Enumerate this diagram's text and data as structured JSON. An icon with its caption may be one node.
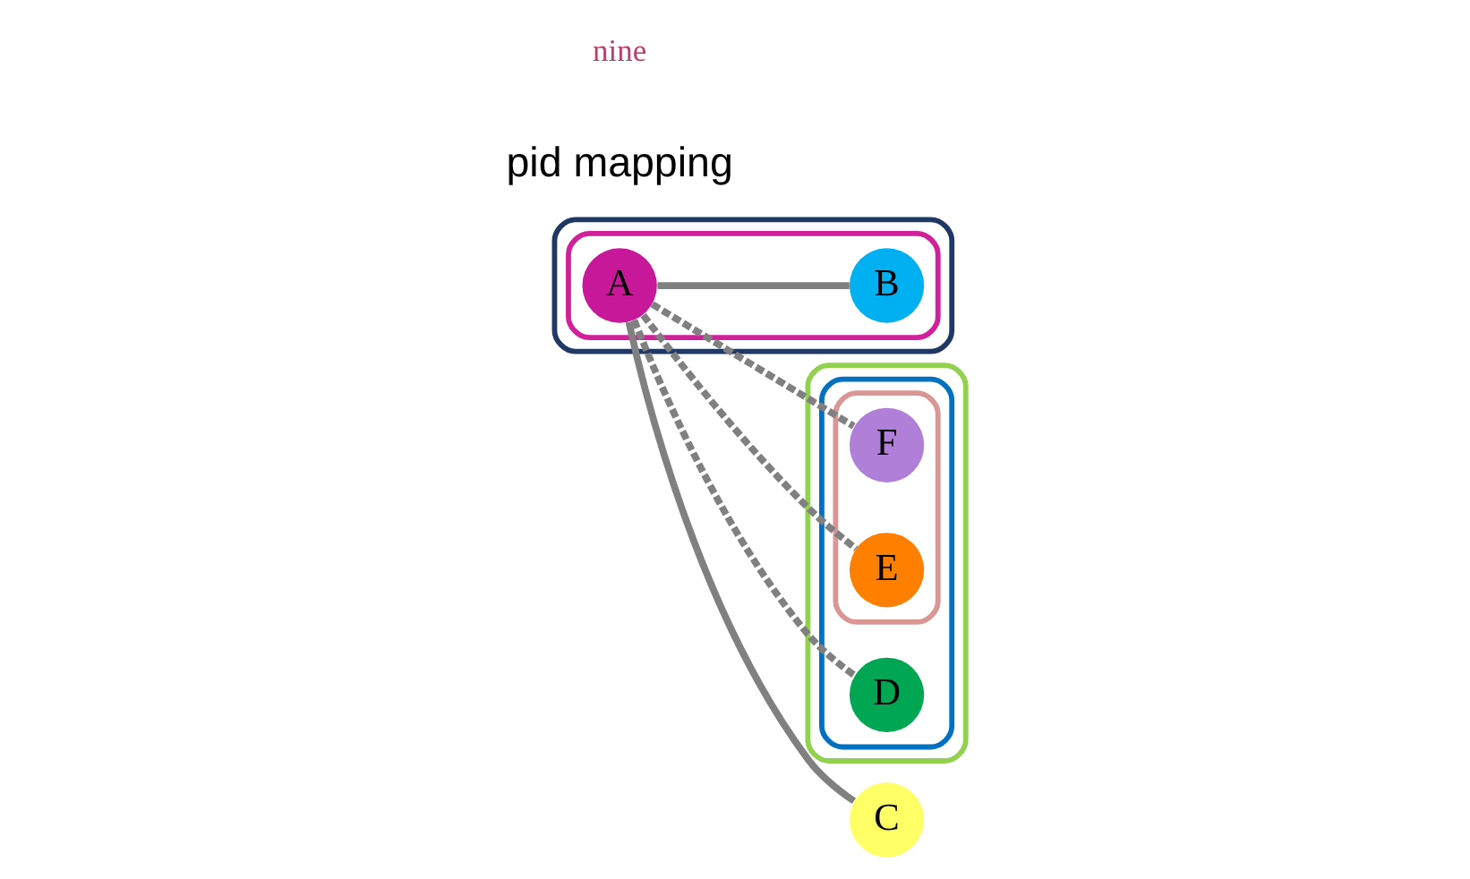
{
  "diagram": {
    "nodes": [
      {
        "text": [],
        "shape": "ellipse"
      },
      {
        "text": [],
        "shape": "ellipse",
        "in": 0
      },
      {
        "text": [
          "A"
        ],
        "in": 1
      },
      {
        "text": [
          "B"
        ],
        "in": 1
      },
      {
        "text": [],
        "shape": "ellipse"
      },
      {
        "text": [
          "C"
        ]
      },
      {
        "text": [],
        "shape": "ellipse",
        "in": 4
      },
      {
        "text": [
          "D"
        ],
        "in": 6
      },
      {
        "text": [],
        "shape": "ellipse",
        "in": 6
      },
      {
        "text": [
          "F"
        ],
        "in": 8
      },
      {
        "text": [
          "E"
        ],
        "in": 8
      }
    ],
    "edges": [
      {
        "from": 2,
        "to": 3,
        "arrow": "none"
      },
      {
        "from": 2,
        "to": 7,
        "arrow": "none",
        "style": "dashed"
      },
      {
        "from": 2,
        "to": 9,
        "arrow": "none",
        "style": "dashed"
      },
      {
        "from": 2,
        "to": 10,
        "arrow": "none",
        "style": "dashed"
      },
      {
        "from": 2,
        "to": 5,
        "arrow": "none"
      }
    ],
    "labels": [
      "pid mapping",
      "nine"
    ]
  }
}
